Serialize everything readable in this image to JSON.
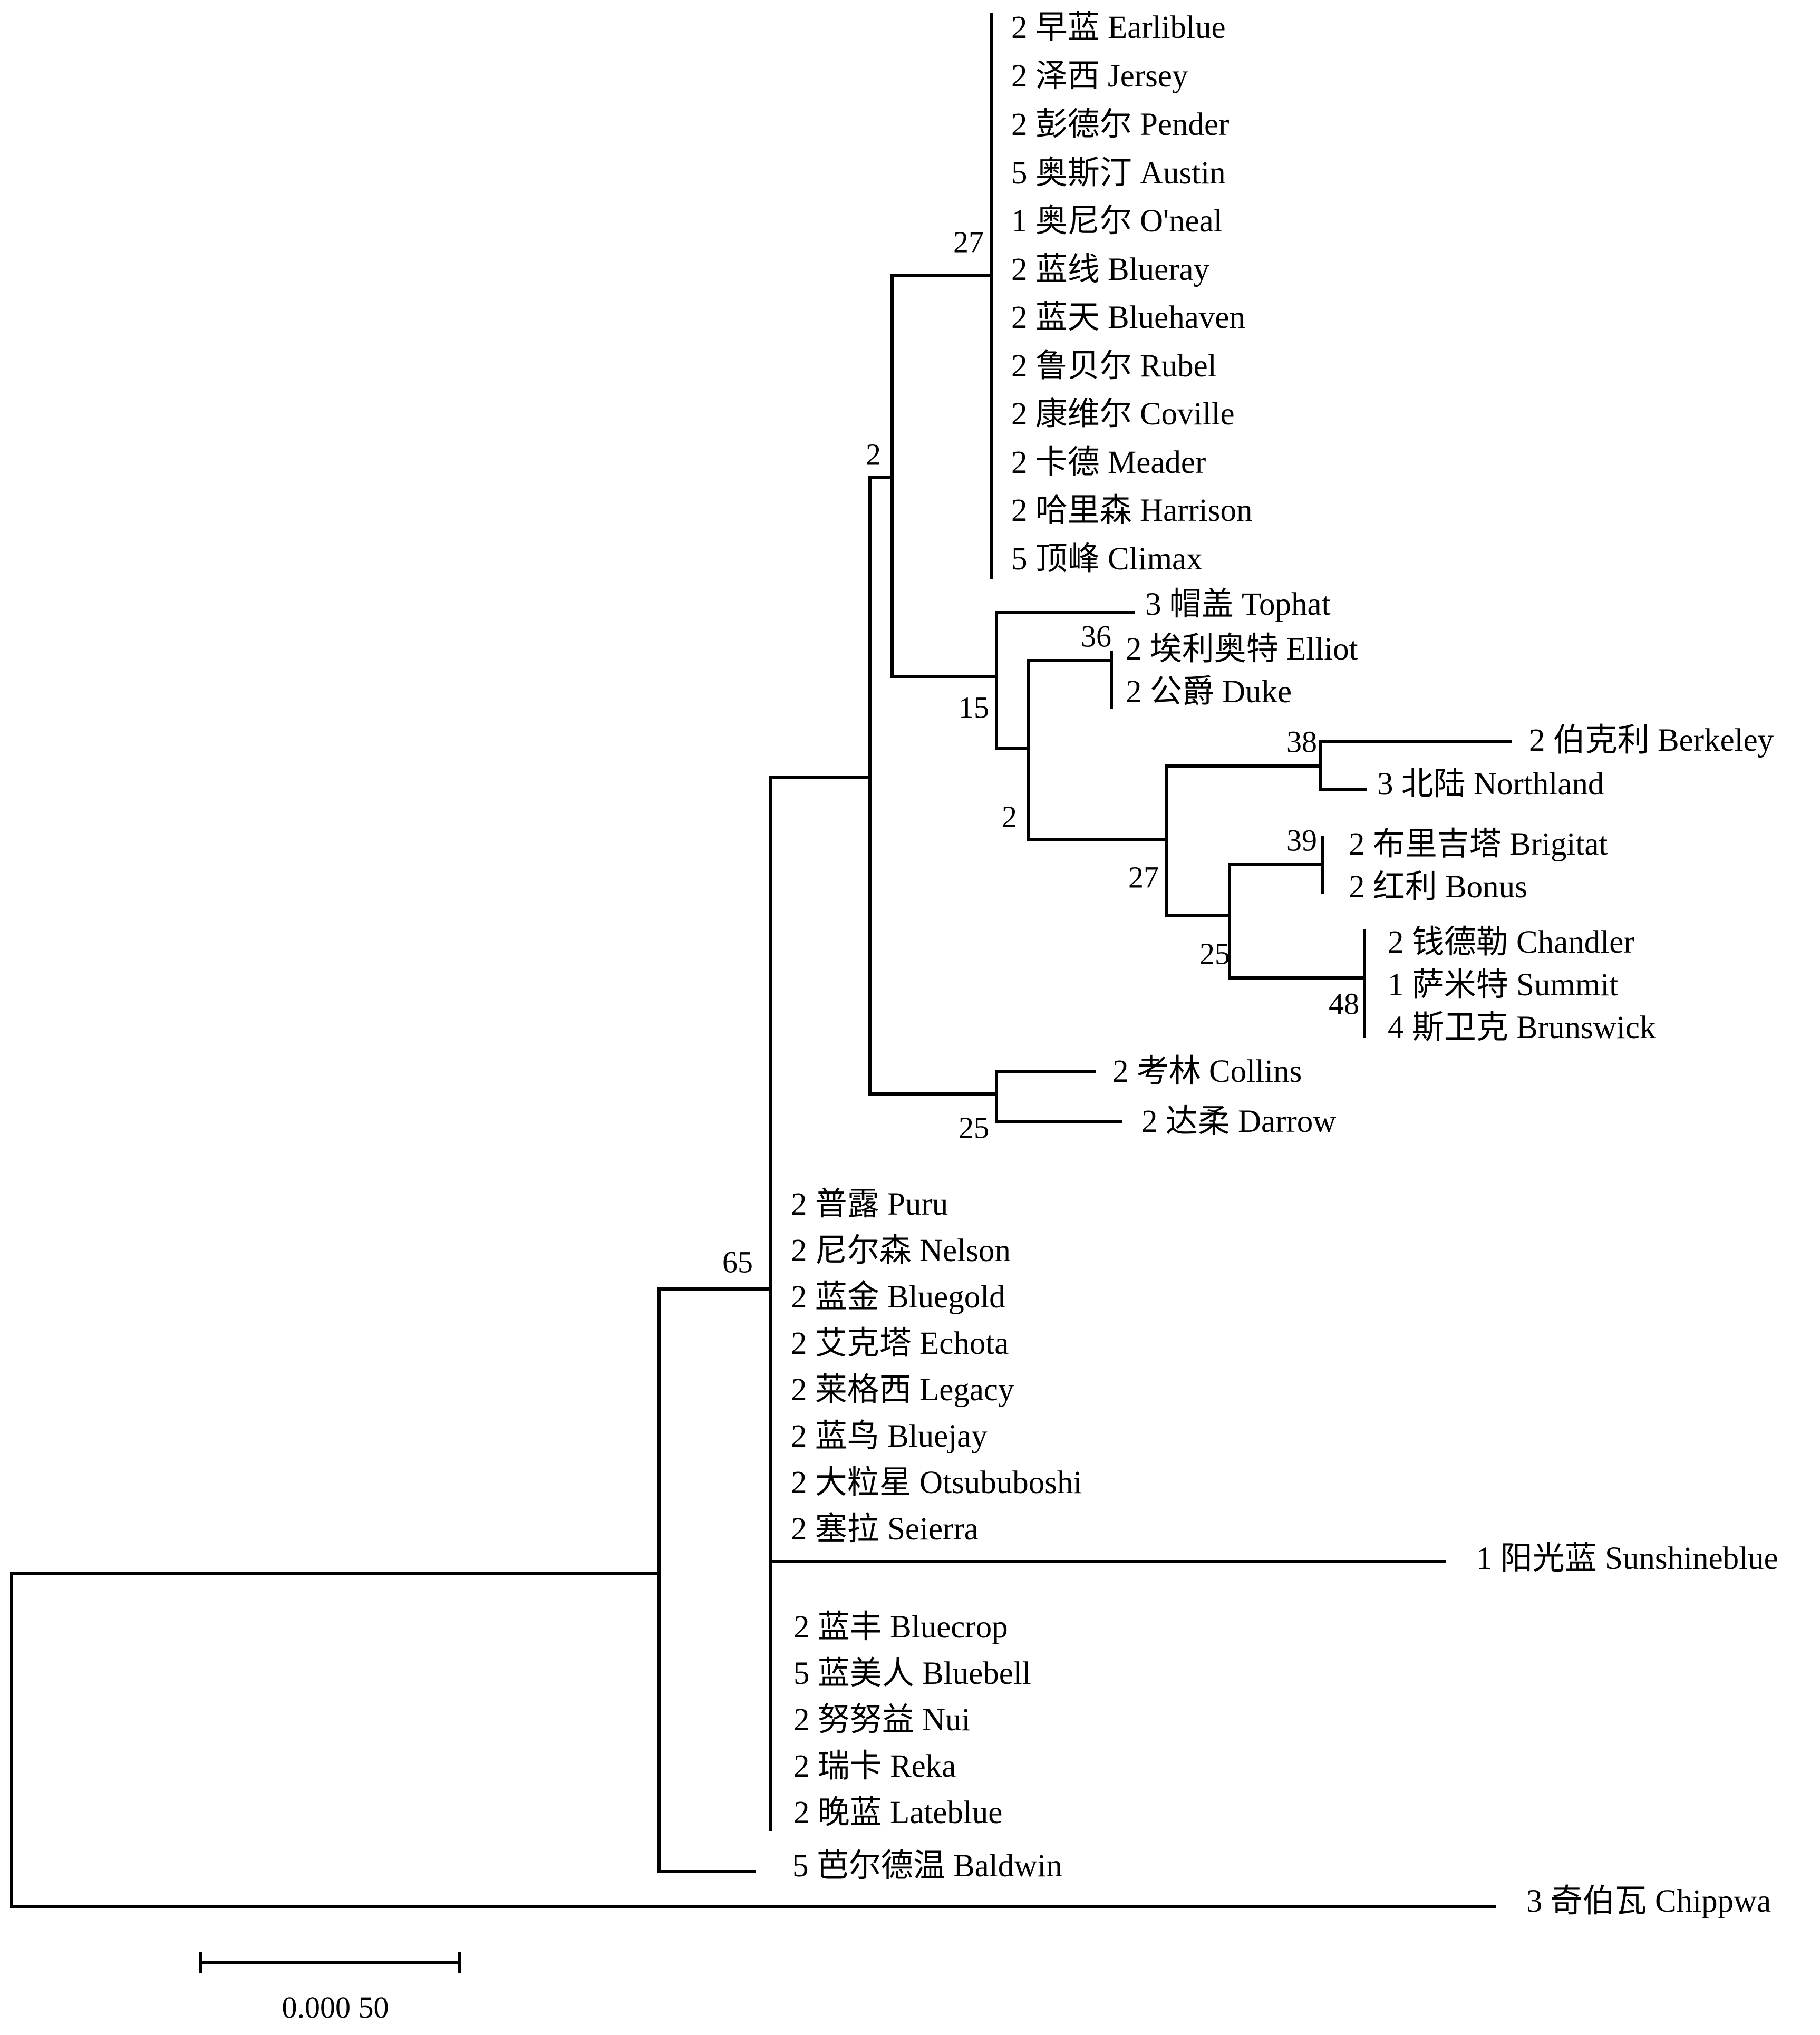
{
  "tips": [
    {
      "id": "earliblue",
      "label": "2 早蓝 Earliblue"
    },
    {
      "id": "jersey",
      "label": "2 泽西 Jersey"
    },
    {
      "id": "pender",
      "label": "2 彭德尔 Pender"
    },
    {
      "id": "austin",
      "label": "5 奥斯汀 Austin"
    },
    {
      "id": "oneal",
      "label": "1 奥尼尔 O'neal"
    },
    {
      "id": "blueray",
      "label": "2 蓝线 Blueray"
    },
    {
      "id": "bluehaven",
      "label": "2 蓝天 Bluehaven"
    },
    {
      "id": "rubel",
      "label": "2 鲁贝尔 Rubel"
    },
    {
      "id": "coville",
      "label": "2 康维尔 Coville"
    },
    {
      "id": "meader",
      "label": "2 卡德 Meader"
    },
    {
      "id": "harrison",
      "label": "2 哈里森 Harrison"
    },
    {
      "id": "climax",
      "label": "5 顶峰 Climax"
    },
    {
      "id": "tophat",
      "label": "3 帽盖 Tophat"
    },
    {
      "id": "elliot",
      "label": "2 埃利奥特 Elliot"
    },
    {
      "id": "duke",
      "label": "2 公爵 Duke"
    },
    {
      "id": "berkeley",
      "label": "2 伯克利 Berkeley"
    },
    {
      "id": "northland",
      "label": "3 北陆 Northland"
    },
    {
      "id": "brigitat",
      "label": "2 布里吉塔 Brigitat"
    },
    {
      "id": "bonus",
      "label": "2 红利 Bonus"
    },
    {
      "id": "chandler",
      "label": "2 钱德勒 Chandler"
    },
    {
      "id": "summit",
      "label": "1 萨米特 Summit"
    },
    {
      "id": "brunswick",
      "label": "4 斯卫克 Brunswick"
    },
    {
      "id": "collins",
      "label": "2 考林 Collins"
    },
    {
      "id": "darrow",
      "label": "2 达柔 Darrow"
    },
    {
      "id": "puru",
      "label": "2 普露 Puru"
    },
    {
      "id": "nelson",
      "label": "2 尼尔森 Nelson"
    },
    {
      "id": "bluegold",
      "label": "2 蓝金 Bluegold"
    },
    {
      "id": "echota",
      "label": "2 艾克塔 Echota"
    },
    {
      "id": "legacy",
      "label": "2 莱格西 Legacy"
    },
    {
      "id": "bluejay",
      "label": "2 蓝鸟 Bluejay"
    },
    {
      "id": "otsububoshi",
      "label": "2 大粒星 Otsububoshi"
    },
    {
      "id": "seierra",
      "label": "2 塞拉 Seierra"
    },
    {
      "id": "sunshineblue",
      "label": "1 阳光蓝 Sunshineblue"
    },
    {
      "id": "bluecrop",
      "label": "2 蓝丰 Bluecrop"
    },
    {
      "id": "bluebell",
      "label": "5 蓝美人 Bluebell"
    },
    {
      "id": "nui",
      "label": "2 努努益 Nui"
    },
    {
      "id": "reka",
      "label": "2 瑞卡 Reka"
    },
    {
      "id": "lateblue",
      "label": "2 晚蓝 Lateblue"
    },
    {
      "id": "baldwin",
      "label": "5 芭尔德温 Baldwin"
    },
    {
      "id": "chippwa",
      "label": "3 奇伯瓦 Chippwa"
    }
  ],
  "supports": [
    {
      "id": "bs-27-top",
      "value": "27"
    },
    {
      "id": "bs-2-upper",
      "value": "2"
    },
    {
      "id": "bs-15",
      "value": "15"
    },
    {
      "id": "bs-36",
      "value": "36"
    },
    {
      "id": "bs-2-mid",
      "value": "2"
    },
    {
      "id": "bs-38",
      "value": "38"
    },
    {
      "id": "bs-27-mid",
      "value": "27"
    },
    {
      "id": "bs-39",
      "value": "39"
    },
    {
      "id": "bs-25-mid",
      "value": "25"
    },
    {
      "id": "bs-48",
      "value": "48"
    },
    {
      "id": "bs-25-low",
      "value": "25"
    },
    {
      "id": "bs-65",
      "value": "65"
    }
  ],
  "scale_bar": {
    "label": "0.000 50",
    "value": 0.0005
  }
}
